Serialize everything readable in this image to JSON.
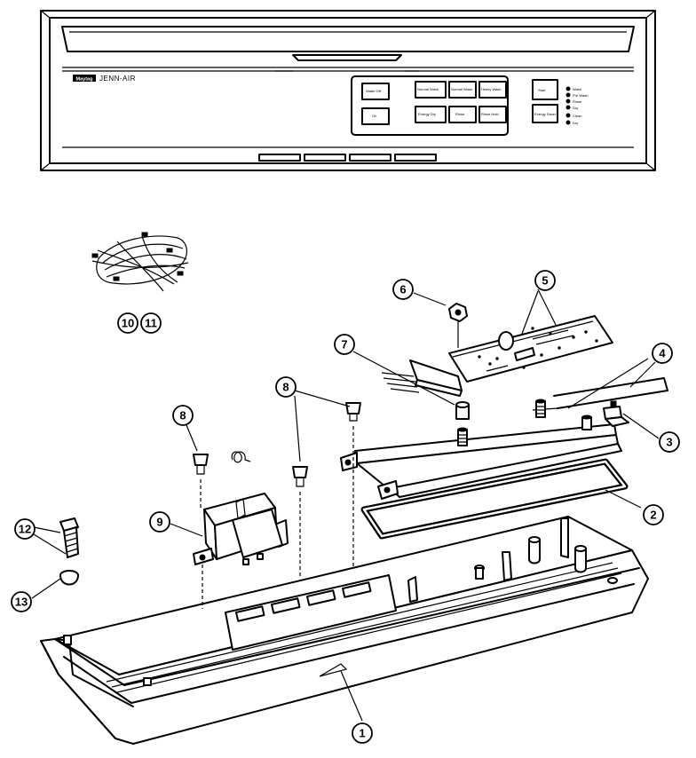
{
  "brand": {
    "logo_text": "Maytag",
    "name": "JENN-AIR"
  },
  "control_panel": {
    "buttons": [
      {
        "id": "b1",
        "label": "Water Off"
      },
      {
        "id": "b2",
        "label": "On"
      },
      {
        "id": "b3",
        "label": "Normal Wash"
      },
      {
        "id": "b4",
        "label": "Normal Wash"
      },
      {
        "id": "b5",
        "label": "Heavy Wash"
      },
      {
        "id": "b6",
        "label": "Energy Dry"
      },
      {
        "id": "b7",
        "label": "Rinse"
      },
      {
        "id": "b8",
        "label": "Rinse Hold"
      },
      {
        "id": "b9",
        "label": "Start"
      },
      {
        "id": "b10",
        "label": "Energy Saver"
      }
    ],
    "status_lights": [
      "Wash",
      "Pre Wash",
      "Rinse",
      "Dry",
      "Clean",
      "Dry"
    ]
  },
  "callouts": [
    {
      "id": "c1",
      "label": "1"
    },
    {
      "id": "c2",
      "label": "2"
    },
    {
      "id": "c3",
      "label": "3"
    },
    {
      "id": "c4",
      "label": "4"
    },
    {
      "id": "c5",
      "label": "5"
    },
    {
      "id": "c6",
      "label": "6"
    },
    {
      "id": "c7",
      "label": "7"
    },
    {
      "id": "c8a",
      "label": "8"
    },
    {
      "id": "c8b",
      "label": "8"
    },
    {
      "id": "c9",
      "label": "9"
    },
    {
      "id": "c10",
      "label": "10"
    },
    {
      "id": "c11",
      "label": "11"
    },
    {
      "id": "c12",
      "label": "12"
    },
    {
      "id": "c13",
      "label": "13"
    }
  ]
}
